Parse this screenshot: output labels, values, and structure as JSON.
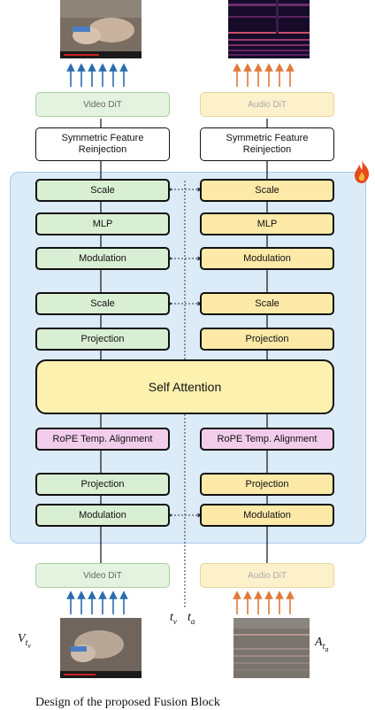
{
  "top": {
    "video_dit": "Video DiT",
    "audio_dit": "Audio DiT",
    "sym_reinjection_video": "Symmetric Feature\nReinjection",
    "sym_reinjection_audio": "Symmetric Feature\nReinjection"
  },
  "blocks": {
    "scale": "Scale",
    "mlp": "MLP",
    "modulation": "Modulation",
    "projection": "Projection",
    "self_attention": "Self Attention",
    "rope": "RoPE Temp. Alignment"
  },
  "bottom": {
    "video_dit": "Video DiT",
    "audio_dit": "Audio DiT"
  },
  "labels": {
    "v_base": "V",
    "v_sub": "t",
    "v_subsub": "v",
    "a_base": "A",
    "a_sub": "t",
    "a_subsub": "a",
    "tv_base": "t",
    "tv_sub": "v",
    "ta_base": "t",
    "ta_sub": "a"
  },
  "caption": "Design of the proposed Fusion Block",
  "colors": {
    "video_green": "#d9efd3",
    "audio_yellow": "#fde9a8",
    "rope_pink": "#f2cdeb",
    "panel_blue": "#dcebf8",
    "arrow_blue": "#2b6cb0",
    "arrow_orange": "#e07a3c"
  },
  "icons": [
    "flame-icon",
    "video-frame-image",
    "spectrogram-image"
  ]
}
